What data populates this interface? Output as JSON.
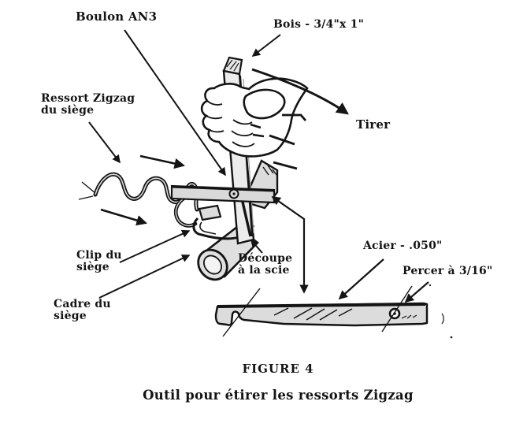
{
  "figure": {
    "labels": {
      "boulon": "Boulon AN3",
      "bois": "Bois - 3/4\"x 1\"",
      "tirer": "Tirer",
      "ressort": "Ressort Zigzag\ndu siège",
      "clip": "Clip du\nsiège",
      "cadre": "Cadre du\nsiège",
      "decoupe": "Découpe\nà la scie",
      "acier": "Acier - .050\"",
      "percer": "Percer à 3/16\""
    },
    "caption": {
      "title": "FIGURE 4",
      "subtitle": "Outil pour étirer les ressorts Zigzag"
    },
    "colors": {
      "ink": "#141414",
      "metal_fill": "#dcdcdc",
      "wood_fill": "#e9e9e9",
      "background": "#ffffff"
    }
  }
}
